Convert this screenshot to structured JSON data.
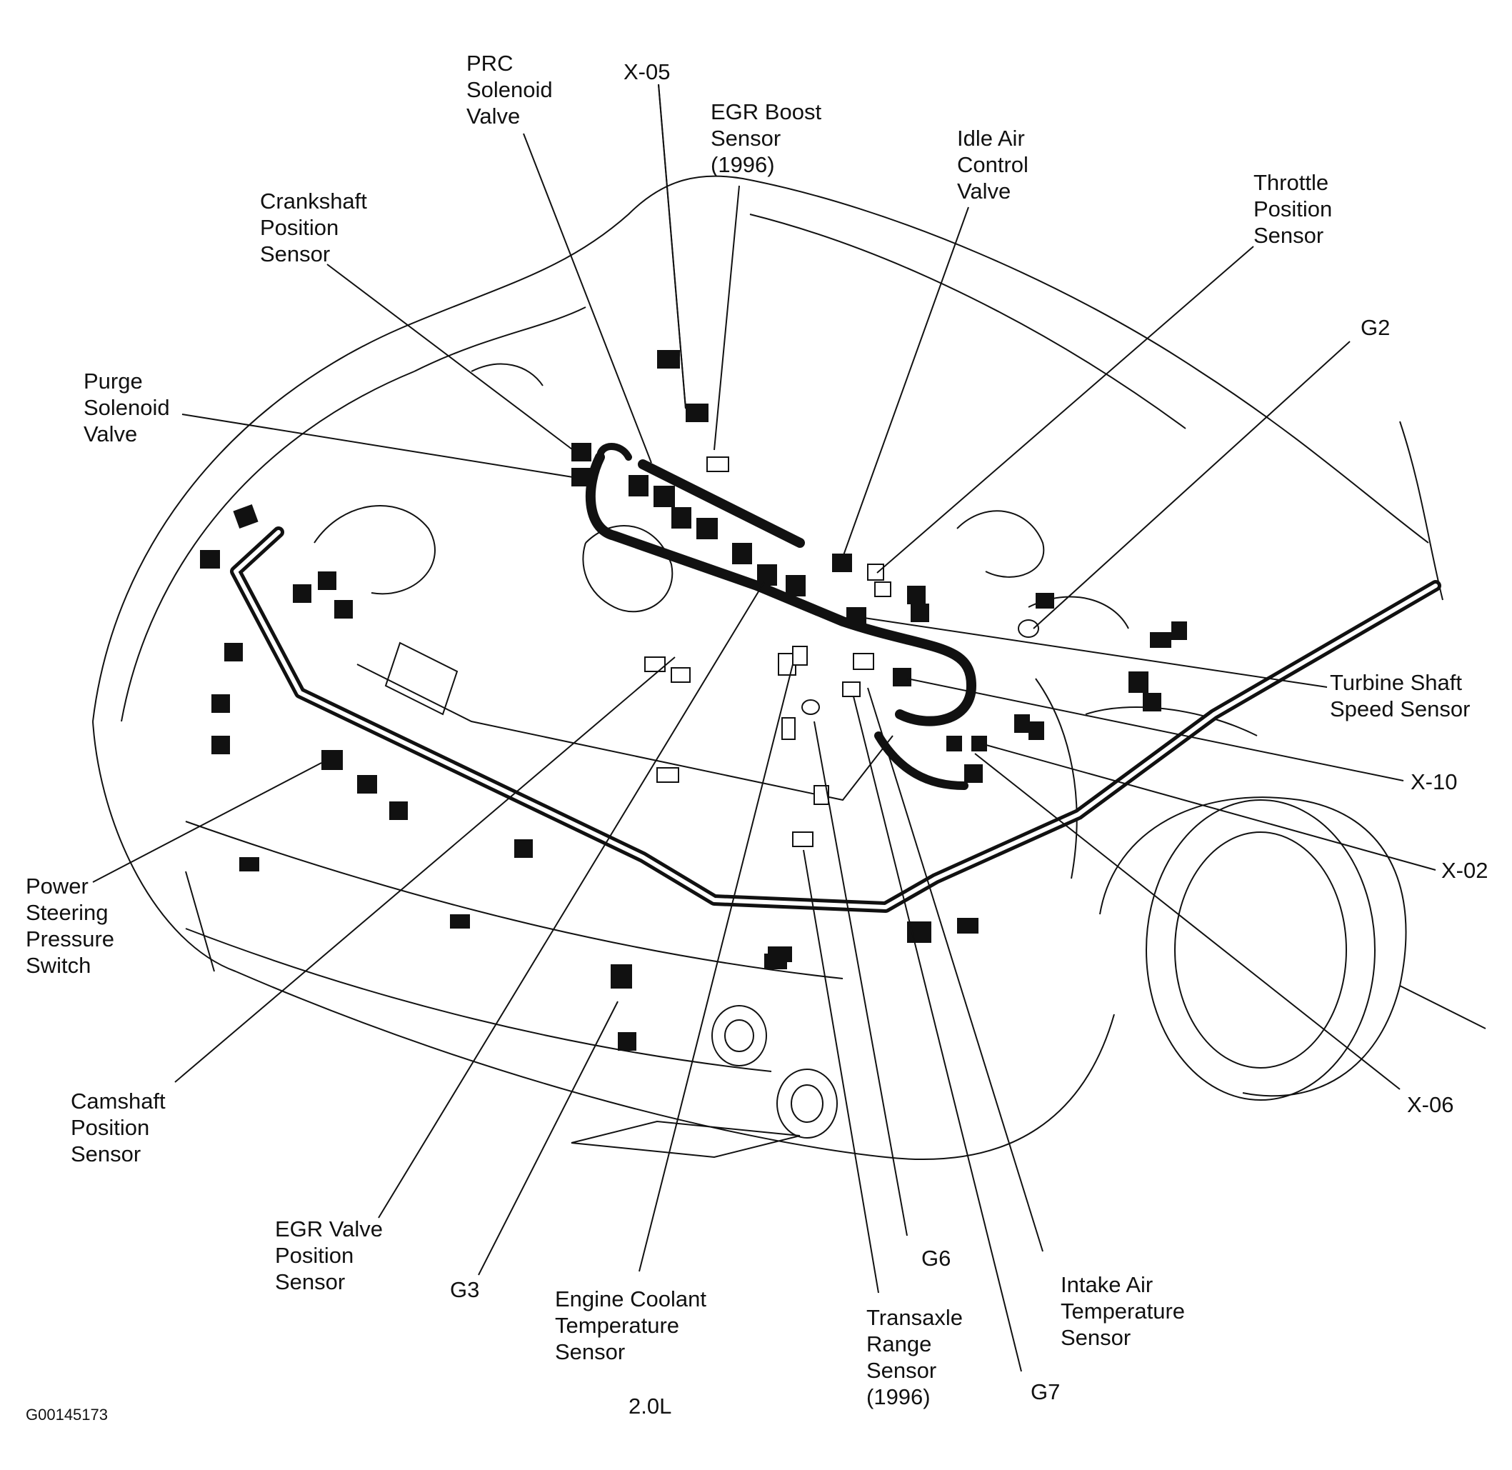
{
  "colors": {
    "line": "#111111",
    "background": "#ffffff"
  },
  "labels": {
    "prc": [
      "PRC",
      "Solenoid",
      "Valve"
    ],
    "x05": [
      "X-05"
    ],
    "egr_boost": [
      "EGR Boost",
      "Sensor",
      "(1996)"
    ],
    "idle_air": [
      "Idle Air",
      "Control",
      "Valve"
    ],
    "throttle": [
      "Throttle",
      "Position",
      "Sensor"
    ],
    "crankshaft": [
      "Crankshaft",
      "Position",
      "Sensor"
    ],
    "purge": [
      "Purge",
      "Solenoid",
      "Valve"
    ],
    "g2": [
      "G2"
    ],
    "turbine": [
      "Turbine Shaft",
      "Speed Sensor"
    ],
    "x10": [
      "X-10"
    ],
    "x02": [
      "X-02"
    ],
    "power_steering": [
      "Power",
      "Steering",
      "Pressure",
      "Switch"
    ],
    "x06": [
      "X-06"
    ],
    "camshaft": [
      "Camshaft",
      "Position",
      "Sensor"
    ],
    "egr_valve": [
      "EGR Valve",
      "Position",
      "Sensor"
    ],
    "g3": [
      "G3"
    ],
    "coolant": [
      "Engine Coolant",
      "Temperature",
      "Sensor"
    ],
    "g6": [
      "G6"
    ],
    "transaxle": [
      "Transaxle",
      "Range",
      "Sensor",
      "(1996)"
    ],
    "intake_air": [
      "Intake Air",
      "Temperature",
      "Sensor"
    ],
    "g7": [
      "G7"
    ]
  },
  "footer": {
    "figure_id": "G00145173",
    "engine": "2.0L"
  }
}
